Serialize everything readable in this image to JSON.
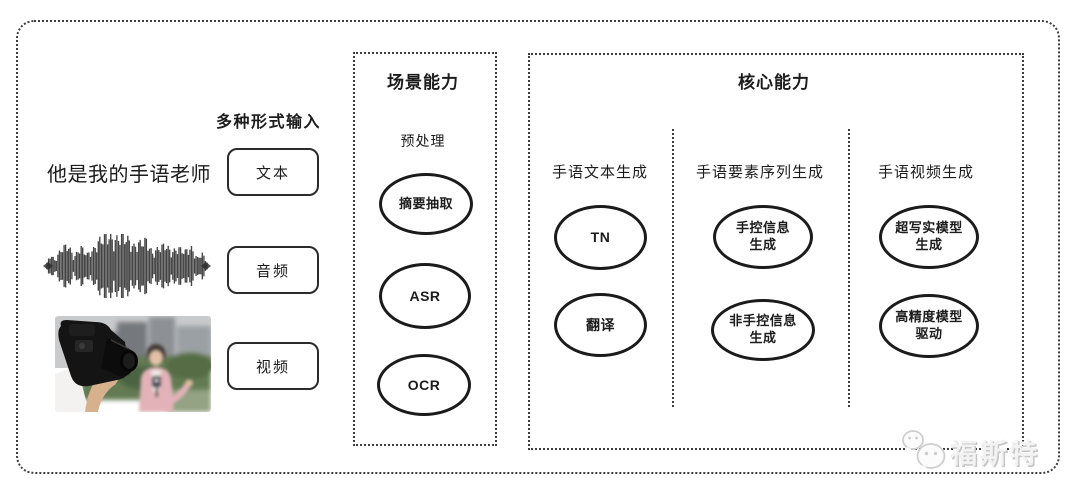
{
  "input": {
    "label": "多种形式输入",
    "sentence": "他是我的手语老师",
    "items": [
      {
        "label": "文本"
      },
      {
        "label": "音频"
      },
      {
        "label": "视频"
      }
    ]
  },
  "scene": {
    "title": "场景能力",
    "subtitle": "预处理",
    "nodes": [
      "摘要抽取",
      "ASR",
      "OCR"
    ]
  },
  "core": {
    "title": "核心能力",
    "columns": [
      {
        "header": "手语文本生成",
        "nodes": [
          "TN",
          "翻译"
        ]
      },
      {
        "header": "手语要素序列生成",
        "nodes": [
          "手控信息\n生成",
          "非手控信息\n生成"
        ]
      },
      {
        "header": "手语视频生成",
        "nodes": [
          "超写实模型\n生成",
          "高精度模型\n驱动"
        ]
      }
    ]
  },
  "watermark": {
    "name": "福斯特",
    "icon": "wechat-icon"
  },
  "colors": {
    "ink": "#1c1c1c",
    "frame": "#3d3d3d",
    "node_border": "#1b1b1b",
    "watermark": "#f2f2f2"
  }
}
